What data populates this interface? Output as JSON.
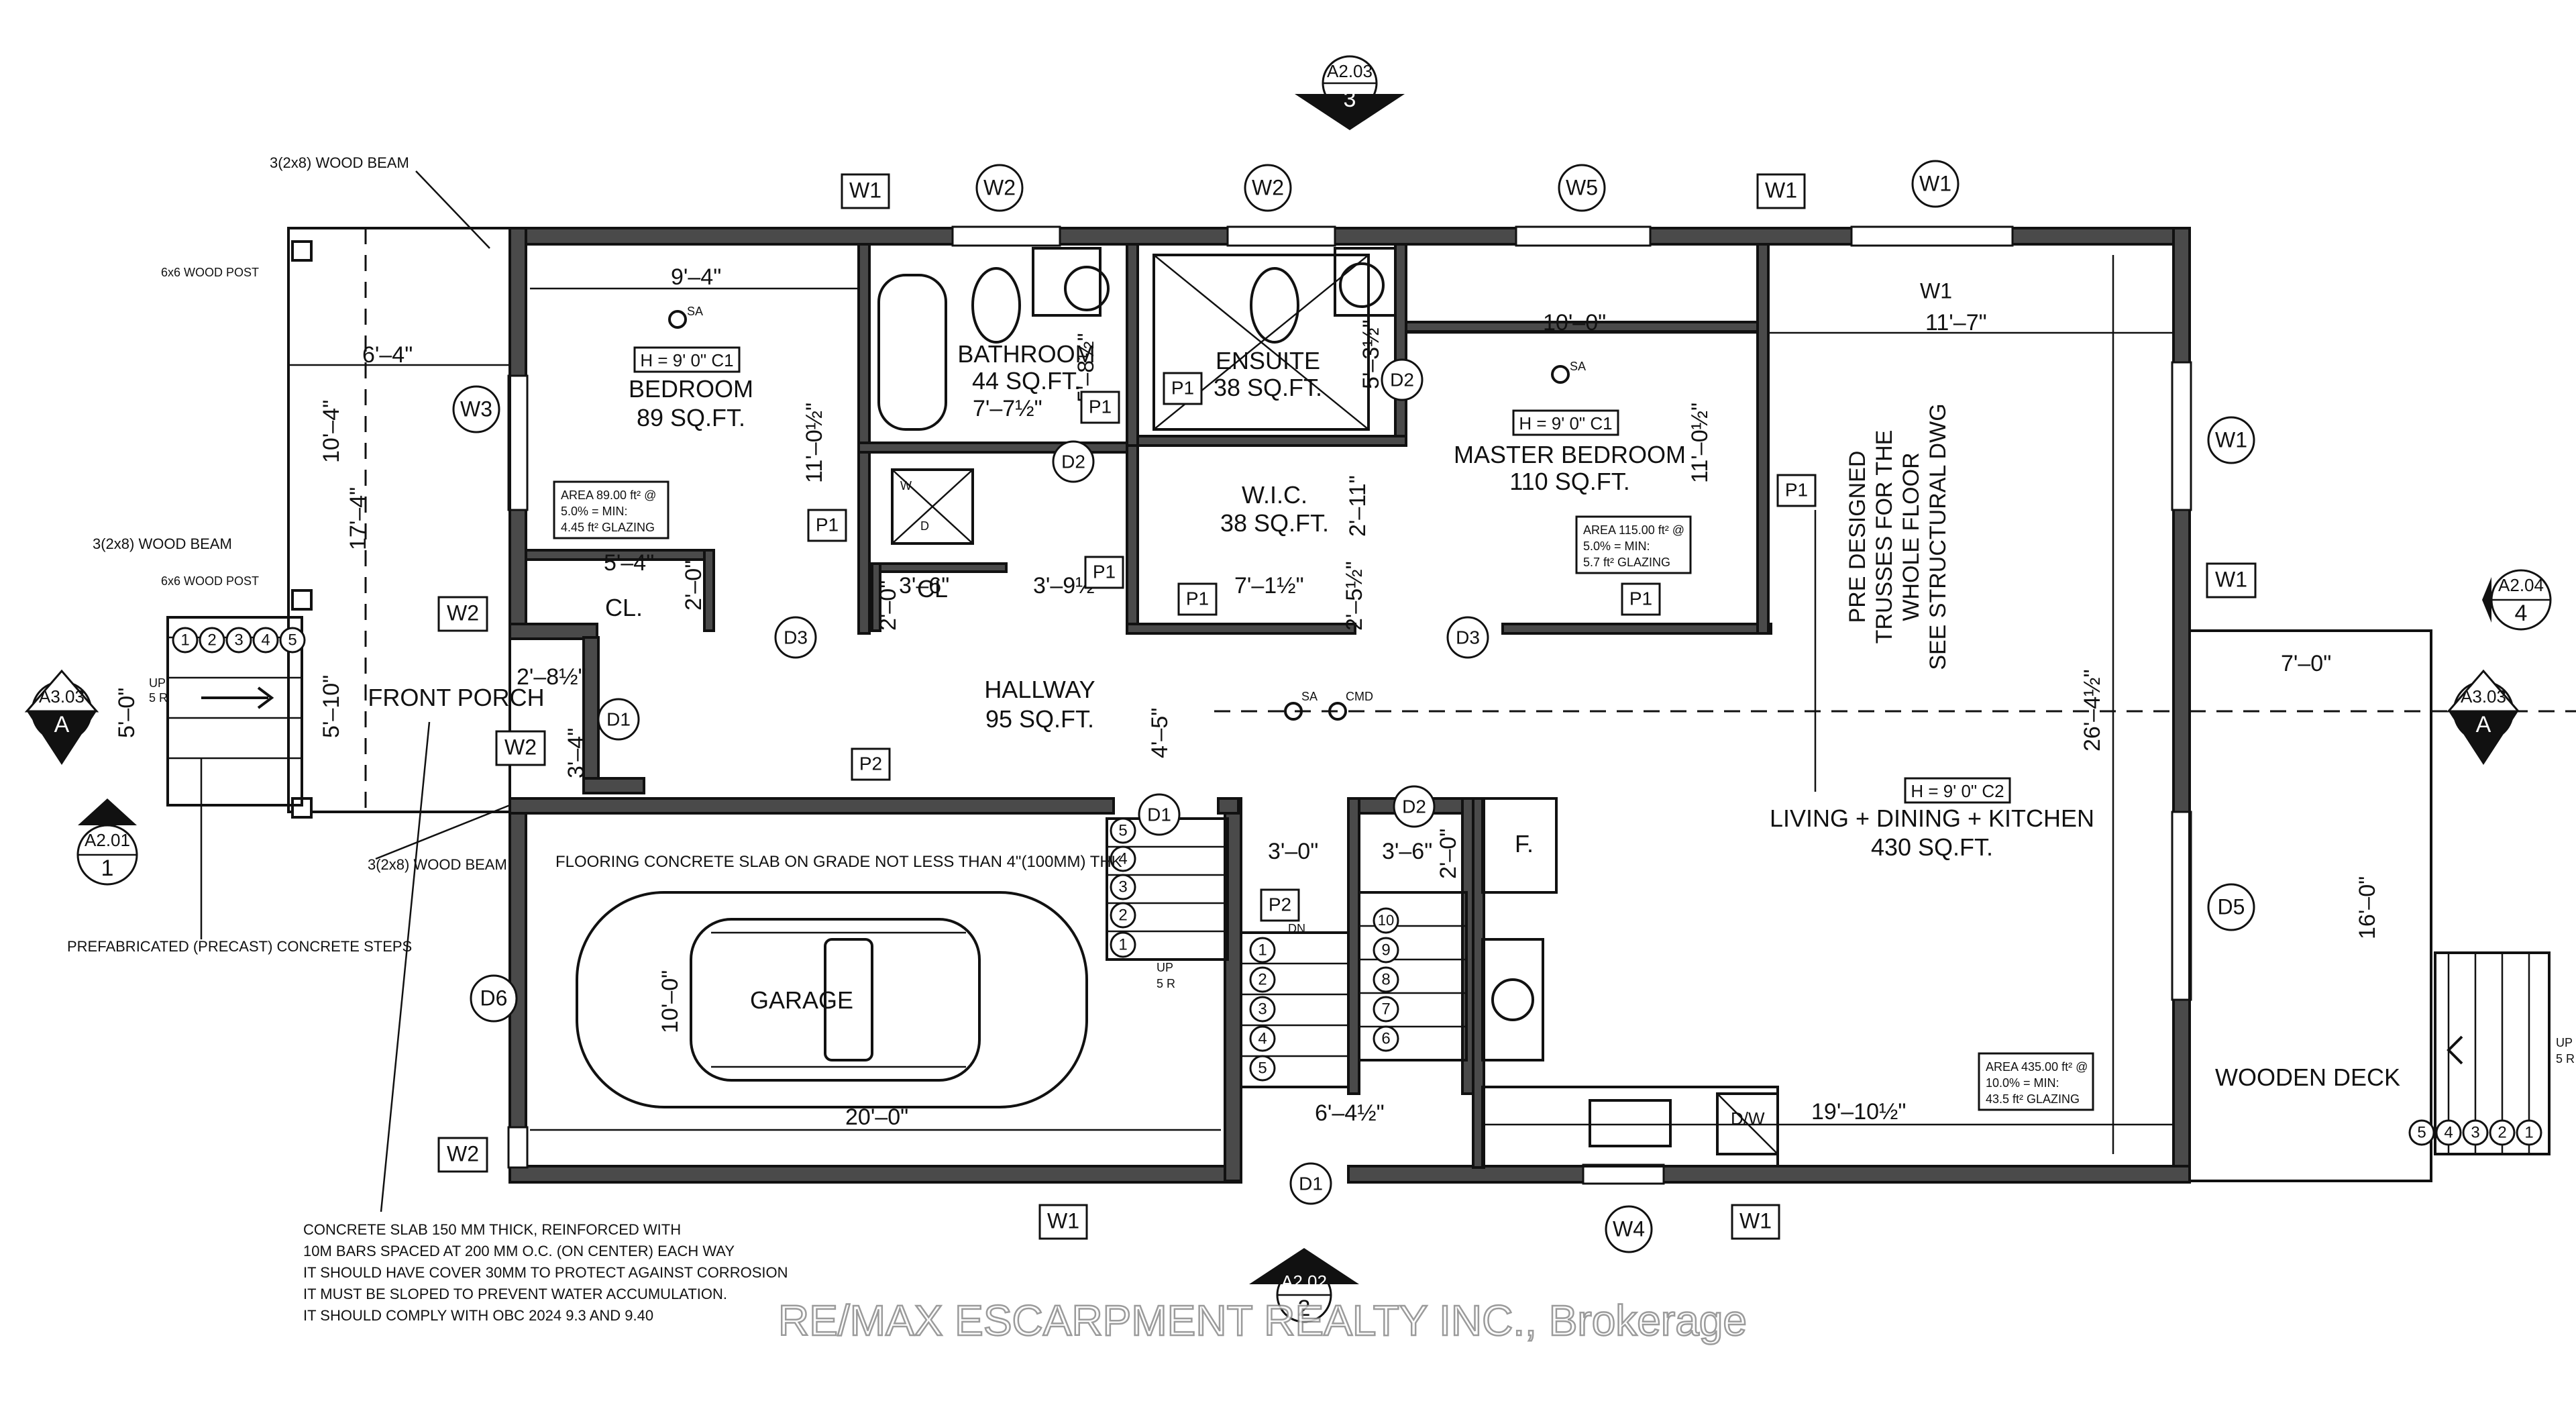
{
  "rooms": {
    "bedroom": {
      "name": "BEDROOM",
      "area": "89 SQ.FT."
    },
    "bathroom": {
      "name": "BATHROOM",
      "area": "44 SQ.FT."
    },
    "ensuite": {
      "name": "ENSUITE",
      "area": "38 SQ.FT."
    },
    "master": {
      "name": "MASTER BEDROOM",
      "area": "110 SQ.FT."
    },
    "wic": {
      "name": "W.I.C.",
      "area": "38 SQ.FT."
    },
    "hallway": {
      "name": "HALLWAY",
      "area": "95 SQ.FT."
    },
    "living": {
      "name": "LIVING + DINING + KITCHEN",
      "area": "430 SQ.FT."
    },
    "garage": {
      "name": "GARAGE"
    },
    "front_porch": {
      "name": "FRONT PORCH"
    },
    "deck": {
      "name": "WOODEN DECK"
    },
    "closet": {
      "name": "CL."
    },
    "closet2": {
      "name": "CL"
    },
    "fridge": {
      "name": "F."
    },
    "dw": {
      "name": "D/W"
    }
  },
  "ceiling_tags": {
    "bedroom": "H = 9' 0\" C1",
    "master": "H = 9' 0\" C1",
    "living": "H = 9' 0\" C2"
  },
  "glazing": {
    "bedroom": [
      "AREA 89.00 ft² @",
      "5.0% = MIN:",
      "4.45 ft² GLAZING"
    ],
    "master": [
      "AREA 115.00 ft² @",
      "5.0% = MIN:",
      "5.7 ft² GLAZING"
    ],
    "living": [
      "AREA 435.00 ft² @",
      "10.0% = MIN:",
      "43.5 ft² GLAZING"
    ]
  },
  "dimensions": {
    "bed_w": "9'–4\"",
    "bed_h": "11'–0½\"",
    "porch_w": "6'–4\"",
    "porch_h1": "10'–4\"",
    "porch_total": "17'–4\"",
    "porch_h2": "5'–10\"",
    "steps_h": "5'–0\"",
    "cl_w": "5'–4\"",
    "cl_h": "2'–0\"",
    "door_w": "2'–8½\"",
    "door_h": "3'–4\"",
    "bath_w": "7'–7½\"",
    "bath_h": "5'–8½\"",
    "ens_h": "5'–3½\"",
    "master_w": "10'–0\"",
    "master_h": "11'–0½\"",
    "liv_w": "11'–7\"",
    "liv_h": "26'–4½\"",
    "wic_w": "7'–1½\"",
    "wic_h": "2'–11\"",
    "wic_h2": "2'–5½\"",
    "hall_a": "3'–9½\"",
    "hall_b": "4'–5\"",
    "cl2_w": "3'–6\"",
    "cl2_h": "2'–0\"",
    "stair_w": "3'–0\"",
    "stair2_w": "3'–6\"",
    "stair2_h": "2'–0\"",
    "garage_w": "20'–0\"",
    "garage_h": "10'–0\"",
    "stair_run": "6'–4½\"",
    "kit_w": "19'–10½\"",
    "deck_w": "7'–0\"",
    "deck_h": "16'–0\""
  },
  "tags": {
    "w1": "W1",
    "w2": "W2",
    "w3": "W3",
    "w4": "W4",
    "w5": "W5",
    "d1": "D1",
    "d2": "D2",
    "d3": "D3",
    "d5": "D5",
    "d6": "D6",
    "p1": "P1",
    "p2": "P2"
  },
  "sections": {
    "top": {
      "ref": "A2.03",
      "num": "3"
    },
    "bottom": {
      "ref": "A2.02",
      "num": "2"
    },
    "left": {
      "ref": "A3.03",
      "num": "A"
    },
    "right": {
      "ref": "A3.03",
      "num": "A"
    },
    "left_low": {
      "ref": "A2.01",
      "num": "1"
    },
    "right_up": {
      "ref": "A2.04",
      "num": "4"
    }
  },
  "notes": {
    "beam_top": "3(2x8) WOOD BEAM",
    "beam_mid": "3(2x8) WOOD BEAM",
    "beam_bot": "3(2x8) WOOD BEAM",
    "post_top": "6x6 WOOD POST",
    "post_mid": "6x6 WOOD POST",
    "steps": "PREFABRICATED (PRECAST) CONCRETE STEPS",
    "flooring": "FLOORING CONCRETE SLAB ON GRADE NOT LESS THAN 4\"(100MM) THK",
    "trusses": [
      "PRE DESIGNED",
      "TRUSSES FOR THE",
      "WHOLE FLOOR",
      "SEE STRUCTURAL DWG"
    ],
    "slab": [
      "CONCRETE SLAB 150 MM THICK, REINFORCED WITH",
      "10M BARS SPACED AT 200 MM O.C. (ON CENTER) EACH WAY",
      "IT SHOULD HAVE COVER  30MM TO PROTECT AGAINST CORROSION",
      "IT MUST BE SLOPED TO PREVENT WATER ACCUMULATION.",
      "IT SHOULD COMPLY WITH OBC 2024 9.3 AND 9.40"
    ],
    "sa": "SA",
    "cmd": "CMD",
    "up": "UP",
    "five_r": "5 R",
    "dn": "DN",
    "w": "W",
    "d": "D"
  },
  "stair_numbers": [
    "1",
    "2",
    "3",
    "4",
    "5",
    "6",
    "7",
    "8",
    "9",
    "10"
  ],
  "watermark": "RE/MAX ESCARPMENT REALTY INC., Brokerage"
}
